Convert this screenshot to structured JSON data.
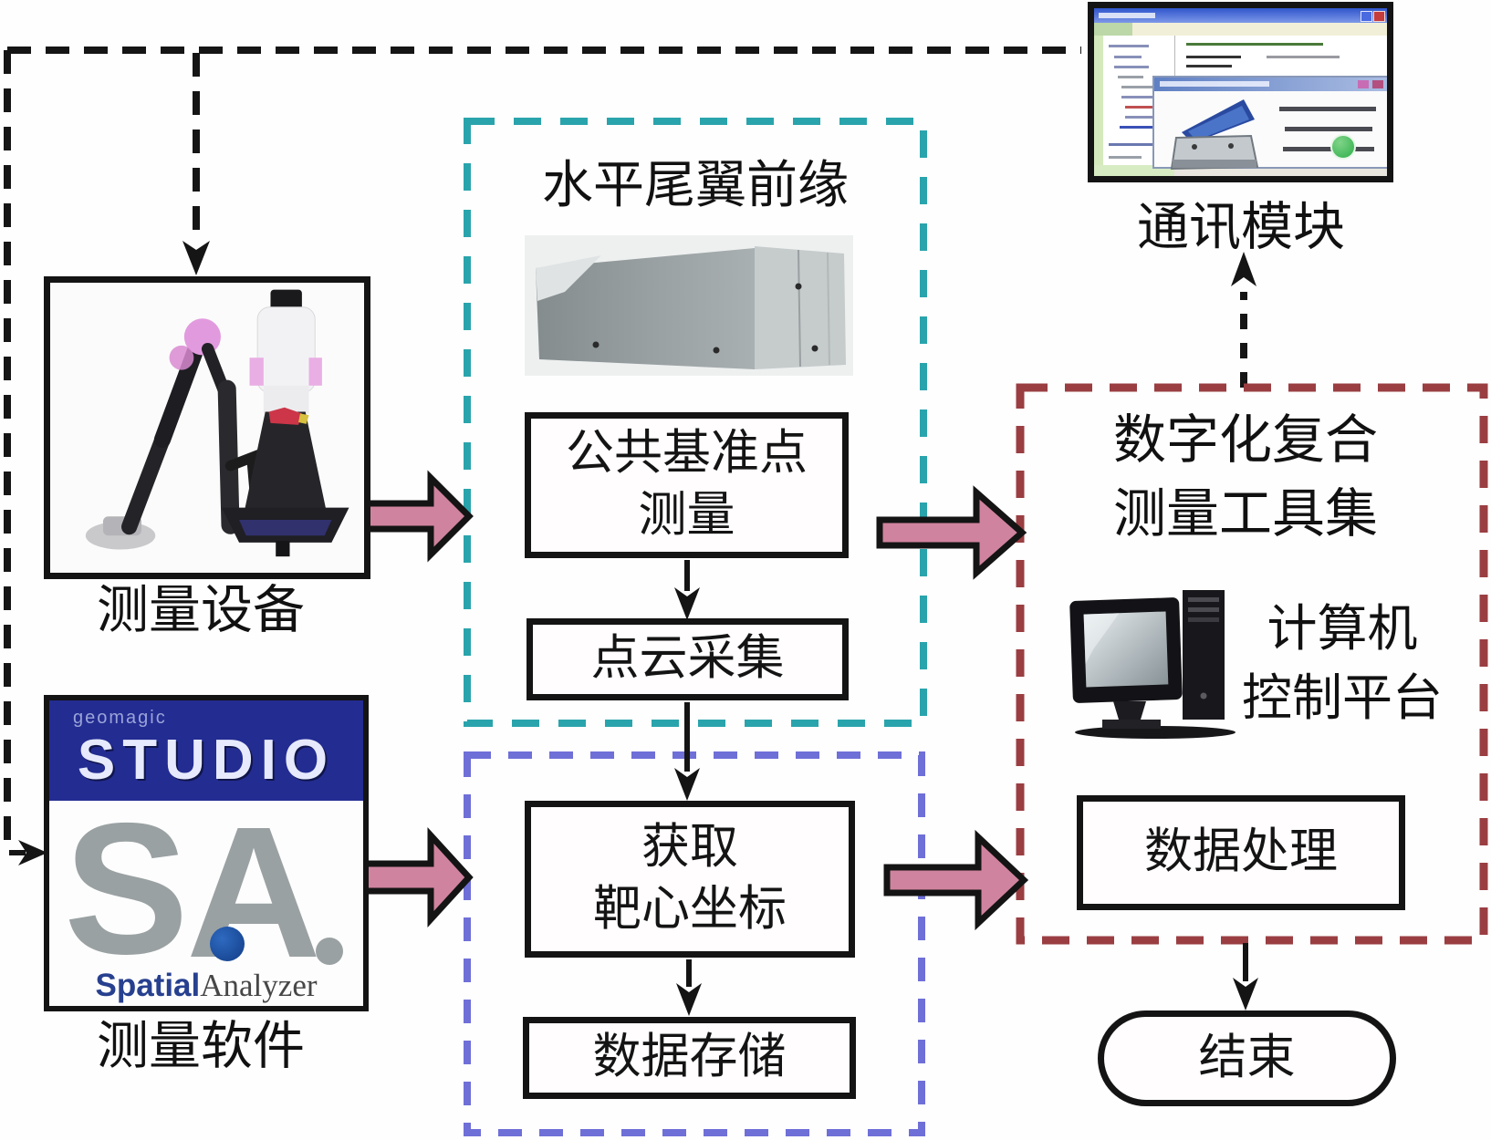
{
  "figure": {
    "description_colors": {
      "teal_box_border": "#2aa4ac",
      "purple_box_border": "#6f6fd8",
      "red_box_border": "#9a3e42",
      "pink_arrow_fill": "#d0839e",
      "connector_black": "#151515",
      "studio_blue": "#232c91"
    }
  },
  "captions": {
    "device": "测量设备",
    "software": "测量软件",
    "comm": "通讯模块"
  },
  "teal_group": {
    "title": "水平尾翼前缘",
    "datum_box_line1": "公共基准点",
    "datum_box_line2": "测量",
    "pointcloud_box": "点云采集"
  },
  "purple_group": {
    "target_box_line1": "获取",
    "target_box_line2": "靶心坐标",
    "storage_box": "数据存储"
  },
  "red_group": {
    "title_line1": "数字化复合",
    "title_line2": "测量工具集",
    "platform_line1": "计算机",
    "platform_line2": "控制平台",
    "processing_box": "数据处理"
  },
  "end_label": "结束",
  "logo": {
    "brand": "geomagic",
    "product": "STUDIO",
    "monogram_s": "S",
    "monogram_a": "A",
    "name_bold": "Spatial",
    "name_rest": "Analyzer"
  }
}
